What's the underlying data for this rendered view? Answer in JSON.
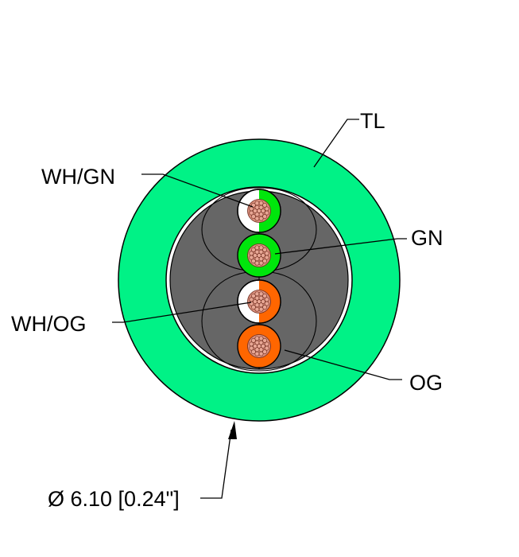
{
  "labels": {
    "tl": "TL",
    "wh_gn": "WH/GN",
    "gn": "GN",
    "wh_og": "WH/OG",
    "og": "OG",
    "diameter": "Ø 6.10 [0.24\"]"
  },
  "colors": {
    "jacket": "#00f286",
    "filler": "#666666",
    "white": "#ffffff",
    "green": "#00e60c",
    "orange": "#ff6600",
    "strand": "#e7a694",
    "strand_outline": "#6e2c1e"
  },
  "conductors": [
    {
      "key": "wh_gn",
      "name": "wh-gn-conductor",
      "base": "white",
      "stripe": "green"
    },
    {
      "key": "gn",
      "name": "gn-conductor",
      "base": "green",
      "stripe": null
    },
    {
      "key": "wh_og",
      "name": "wh-og-conductor",
      "base": "white",
      "stripe": "orange"
    },
    {
      "key": "og",
      "name": "og-conductor",
      "base": "orange",
      "stripe": null
    }
  ]
}
